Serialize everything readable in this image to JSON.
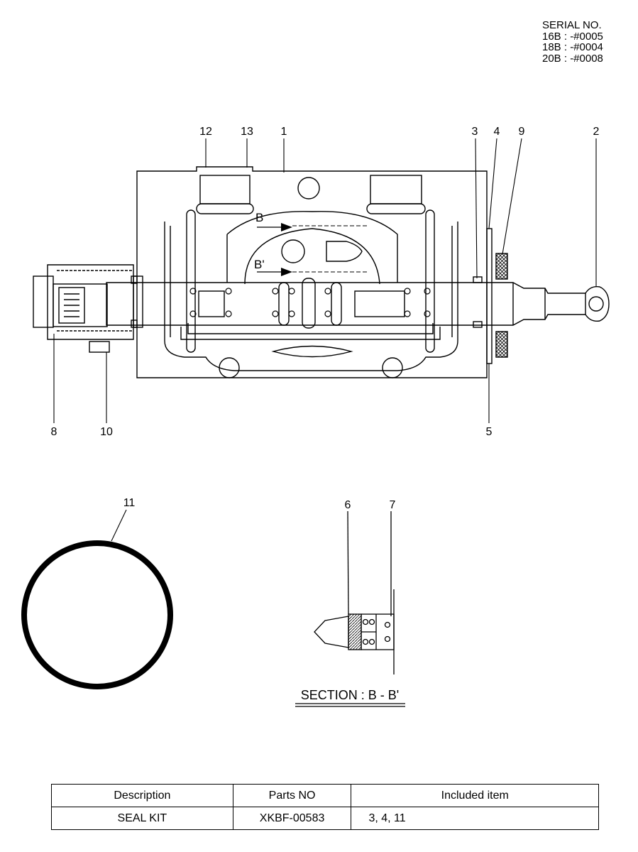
{
  "serial": {
    "heading": "SERIAL NO.",
    "lines": [
      "16B : -#0005",
      "18B : -#0004",
      "20B : -#0008"
    ]
  },
  "callouts": {
    "n1": "1",
    "n2": "2",
    "n3": "3",
    "n4": "4",
    "n5": "5",
    "n6": "6",
    "n7": "7",
    "n8": "8",
    "n9": "9",
    "n10": "10",
    "n11": "11",
    "n12": "12",
    "n13": "13"
  },
  "section_marks": {
    "b": "B",
    "b_prime": "B'"
  },
  "section_title": "SECTION : B - B'",
  "table": {
    "headers": [
      "Description",
      "Parts NO",
      "Included item"
    ],
    "rows": [
      {
        "description": "SEAL KIT",
        "parts_no": "XKBF-00583",
        "included": "3, 4, 11"
      }
    ]
  }
}
